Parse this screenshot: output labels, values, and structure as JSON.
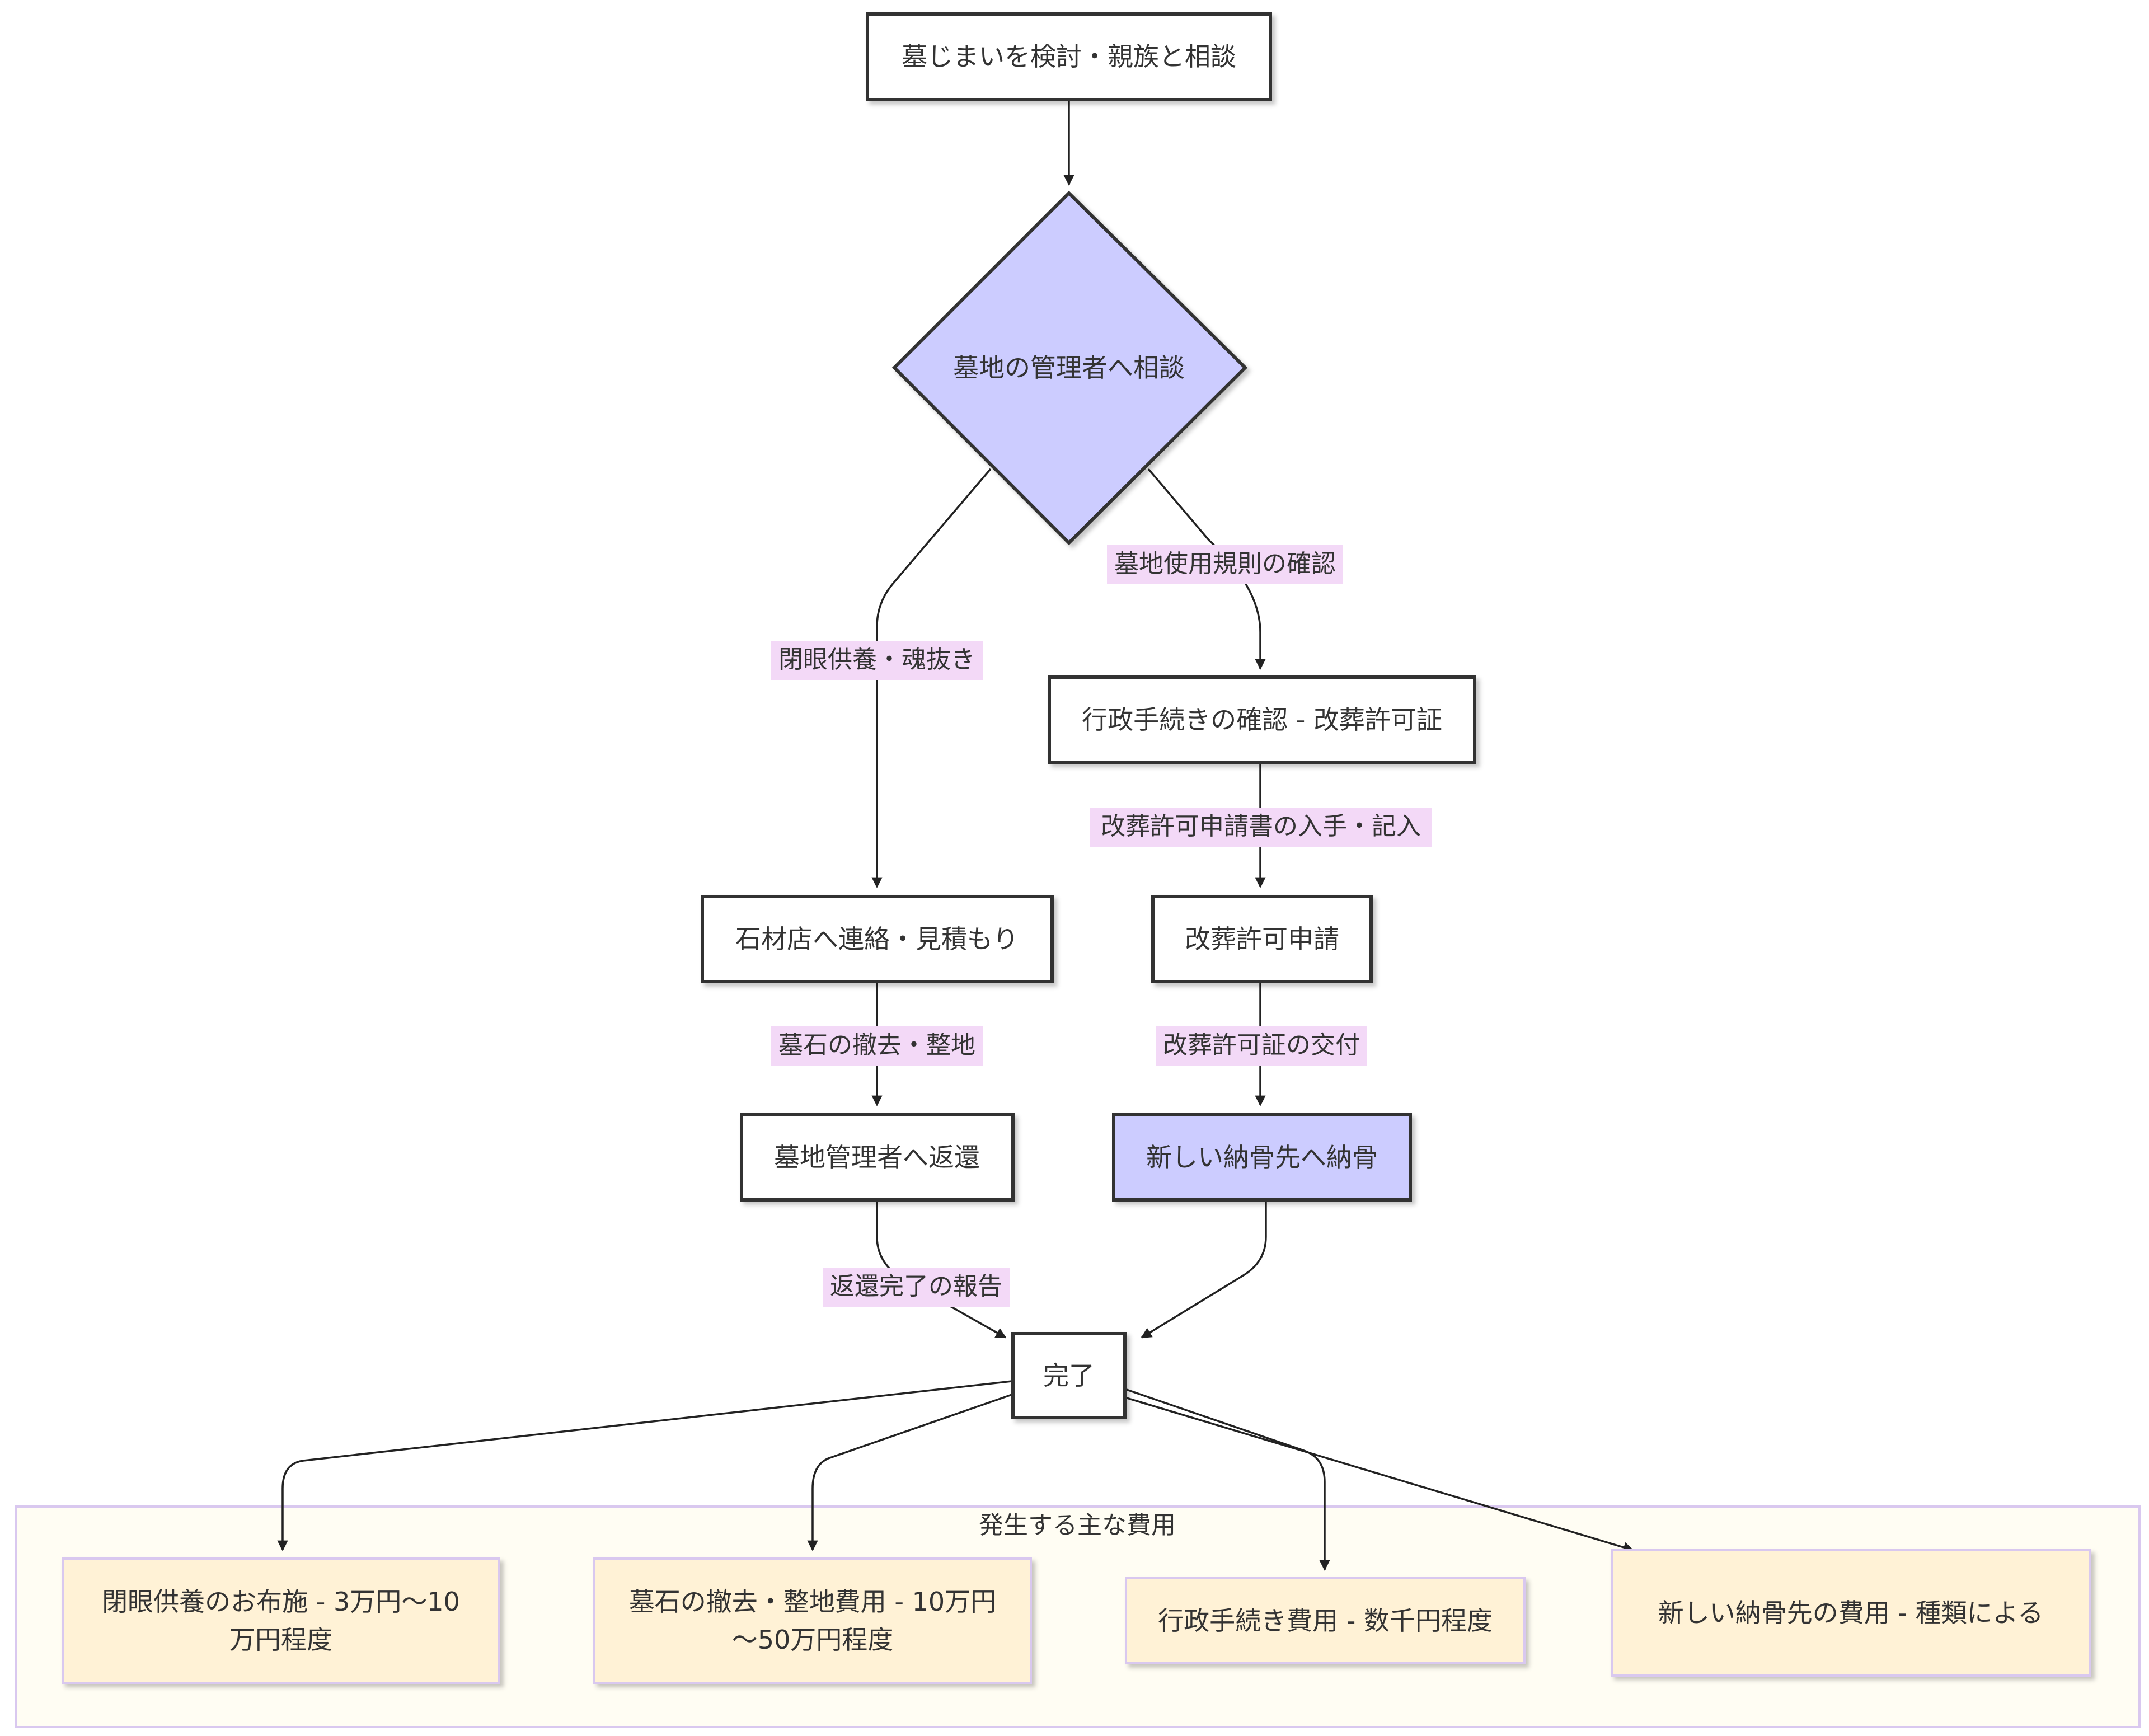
{
  "diagram": {
    "nodes": {
      "start": "墓じまいを検討・親族と相談",
      "consult": "墓地の管理者へ相談",
      "admin": "行政手続きの確認 - 改葬許可証",
      "stone": "石材店へ連絡・見積もり",
      "apply": "改葬許可申請",
      "return": "墓地管理者へ返還",
      "newplace": "新しい納骨先へ納骨",
      "done": "完了"
    },
    "edge_labels": {
      "rules": "墓地使用規則の確認",
      "ceremony": "閉眼供養・魂抜き",
      "form": "改葬許可申請書の入手・記入",
      "issue": "改葬許可証の交付",
      "remove": "墓石の撤去・整地",
      "report": "返還完了の報告"
    },
    "cost_group": {
      "title": "発生する主な費用",
      "items": [
        [
          "閉眼供養のお布施 - 3万円〜10",
          "万円程度"
        ],
        [
          "墓石の撤去・整地費用 - 10万円",
          "〜50万円程度"
        ],
        [
          "行政手続き費用 - 数千円程度"
        ],
        [
          "新しい納骨先の費用 - 種類による"
        ]
      ]
    },
    "colors": {
      "decision_fill": "#ccccff",
      "highlight_fill": "#ccccff",
      "node_fill": "#ffffff",
      "node_stroke": "#333333",
      "edge_label_bg": "#f3d9f7",
      "group_fill": "#fffdf3",
      "group_stroke": "#d9c8ef",
      "cost_fill": "#fff2d6",
      "cost_stroke": "#d9c8ef"
    }
  }
}
